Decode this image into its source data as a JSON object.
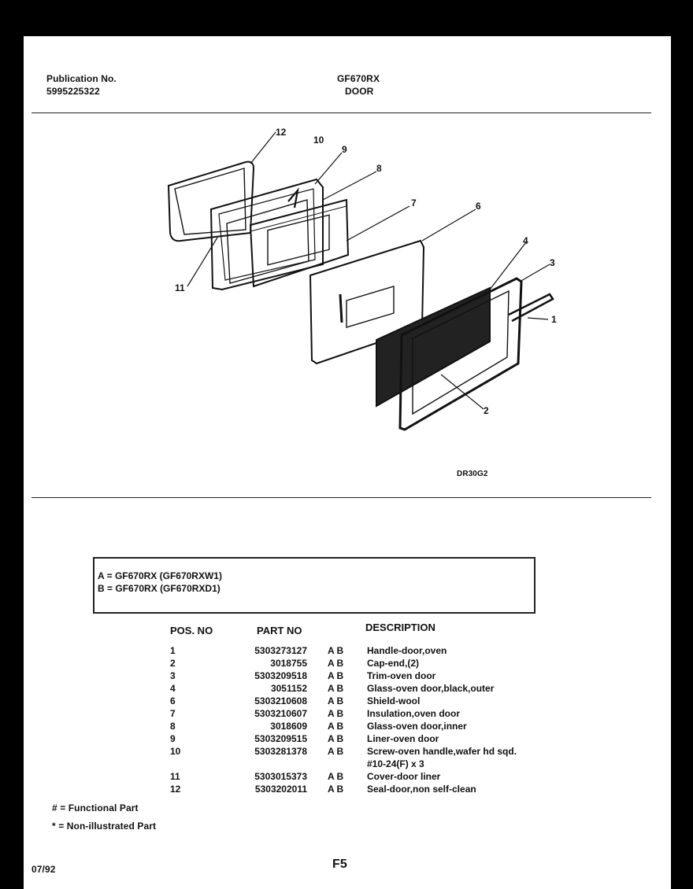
{
  "header": {
    "pub_label": "Publication No.",
    "pub_number": "5995225322",
    "model": "GF670RX",
    "section": "DOOR"
  },
  "diagram": {
    "code": "DR30G2",
    "callouts": [
      "1",
      "2",
      "3",
      "4",
      "6",
      "7",
      "8",
      "9",
      "10",
      "11",
      "12"
    ]
  },
  "models": [
    {
      "key": "A",
      "sep": "=",
      "name": "GF670RX (GF670RXW1)"
    },
    {
      "key": "B",
      "sep": "=",
      "name": "GF670RX (GF670RXD1)"
    }
  ],
  "table": {
    "headers": {
      "pos": "POS. NO",
      "part": "PART NO",
      "desc": "DESCRIPTION"
    },
    "rows": [
      {
        "pos": "1",
        "part": "5303273127",
        "ab": "A B",
        "desc": "Handle-door,oven"
      },
      {
        "pos": "2",
        "part": "3018755",
        "ab": "A B",
        "desc": "Cap-end,(2)"
      },
      {
        "pos": "3",
        "part": "5303209518",
        "ab": "A B",
        "desc": "Trim-oven door"
      },
      {
        "pos": "4",
        "part": "3051152",
        "ab": "A B",
        "desc": "Glass-oven door,black,outer"
      },
      {
        "pos": "6",
        "part": "5303210608",
        "ab": "A B",
        "desc": "Shield-wool"
      },
      {
        "pos": "7",
        "part": "5303210607",
        "ab": "A B",
        "desc": "Insulation,oven door"
      },
      {
        "pos": "8",
        "part": "3018609",
        "ab": "A B",
        "desc": "Glass-oven door,inner"
      },
      {
        "pos": "9",
        "part": "5303209515",
        "ab": "A B",
        "desc": "Liner-oven door"
      },
      {
        "pos": "10",
        "part": "5303281378",
        "ab": "A B",
        "desc": "Screw-oven handle,wafer hd sqd.",
        "desc2": "#10-24(F) x 3"
      },
      {
        "pos": "11",
        "part": "5303015373",
        "ab": "A B",
        "desc": "Cover-door liner"
      },
      {
        "pos": "12",
        "part": "5303202011",
        "ab": "A B",
        "desc": "Seal-door,non self-clean"
      }
    ]
  },
  "notes": {
    "functional": "# = Functional Part",
    "nonillustrated": "* = Non-illustrated Part"
  },
  "footer": {
    "date": "07/92",
    "page": "F5"
  }
}
